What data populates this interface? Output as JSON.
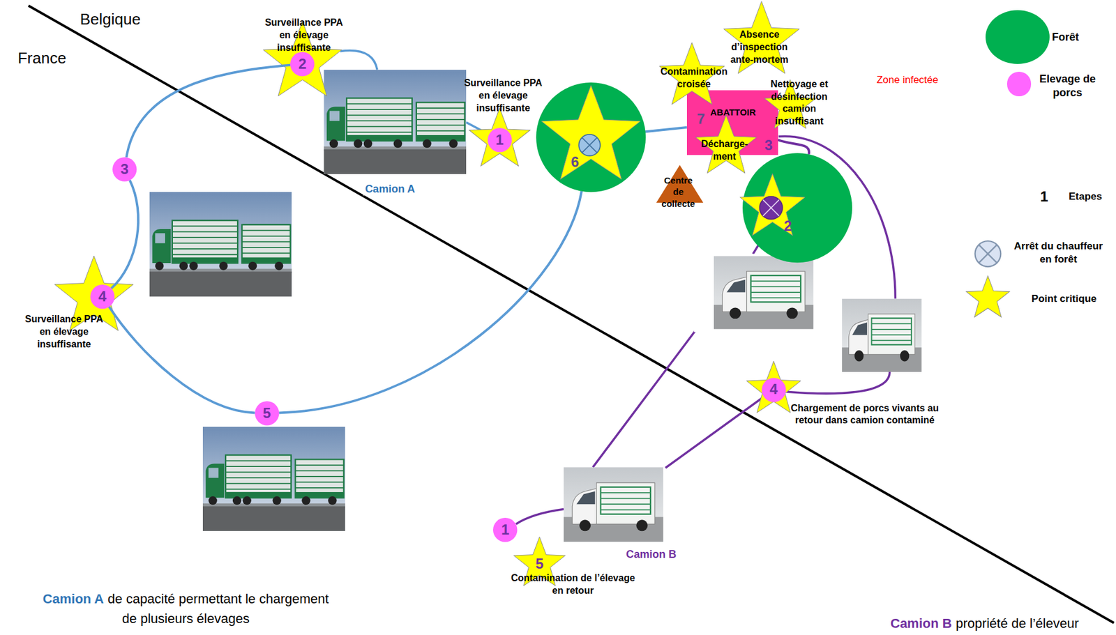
{
  "diagram": {
    "nodes": [
      {
        "text": [
          "Zone infectée"
        ]
      },
      {
        "text": [
          "6"
        ],
        "in": 0
      },
      {
        "text": [
          "ABATTOIR",
          "7",
          "3"
        ],
        "in": 0
      },
      {
        "text": [
          "2"
        ],
        "in": 0
      },
      {
        "text": [
          "Centre de collecte"
        ],
        "in": 0
      },
      {
        "text": [
          "1"
        ],
        "in": 0
      },
      {
        "text": [
          "2"
        ]
      },
      {
        "text": [
          "3"
        ]
      },
      {
        "text": [
          "4"
        ]
      },
      {
        "text": [
          "5"
        ]
      },
      {
        "text": [
          "1"
        ]
      },
      {
        "text": [
          "4"
        ]
      }
    ],
    "edges": [
      {
        "from": 6,
        "to": 7,
        "arrow": "none"
      },
      {
        "from": 7,
        "to": 8,
        "arrow": "none"
      },
      {
        "from": 8,
        "to": 9,
        "arrow": "none"
      },
      {
        "from": 9,
        "to": 1,
        "arrow": "none"
      },
      {
        "from": 1,
        "to": 2,
        "arrow": "none"
      },
      {
        "from": 3,
        "to": 2,
        "arrow": "none"
      }
    ],
    "labels": [
      "Belgique",
      "France",
      "Surveillance PPA en élevage insuffisante",
      "Surveillance PPA en élevage insuffisante",
      "Absence d’inspection ante-mortem",
      "Contamination croisée",
      "Nettoyage et désinfection camion insuffisant",
      "Décharge- ment",
      "Camion A",
      "Surveillance PPA en élevage insuffisante",
      "Chargement de porcs vivants au retour dans camion contaminé",
      "Camion B",
      "5",
      "Contamination de l’élevage en retour",
      "Camion A",
      "de capacité permettant le chargement de plusieurs élevages",
      "Camion B",
      "propriété de l’éleveur",
      "1"
    ],
    "legend": [
      {
        "text": "Forêt",
        "color": "#00b050"
      },
      {
        "text": "Elevage de porcs",
        "color": "#ff66ff"
      },
      {
        "text": "Etapes"
      },
      {
        "text": "Arrêt du chauffeur en forêt"
      },
      {
        "text": "Point critique"
      }
    ]
  }
}
